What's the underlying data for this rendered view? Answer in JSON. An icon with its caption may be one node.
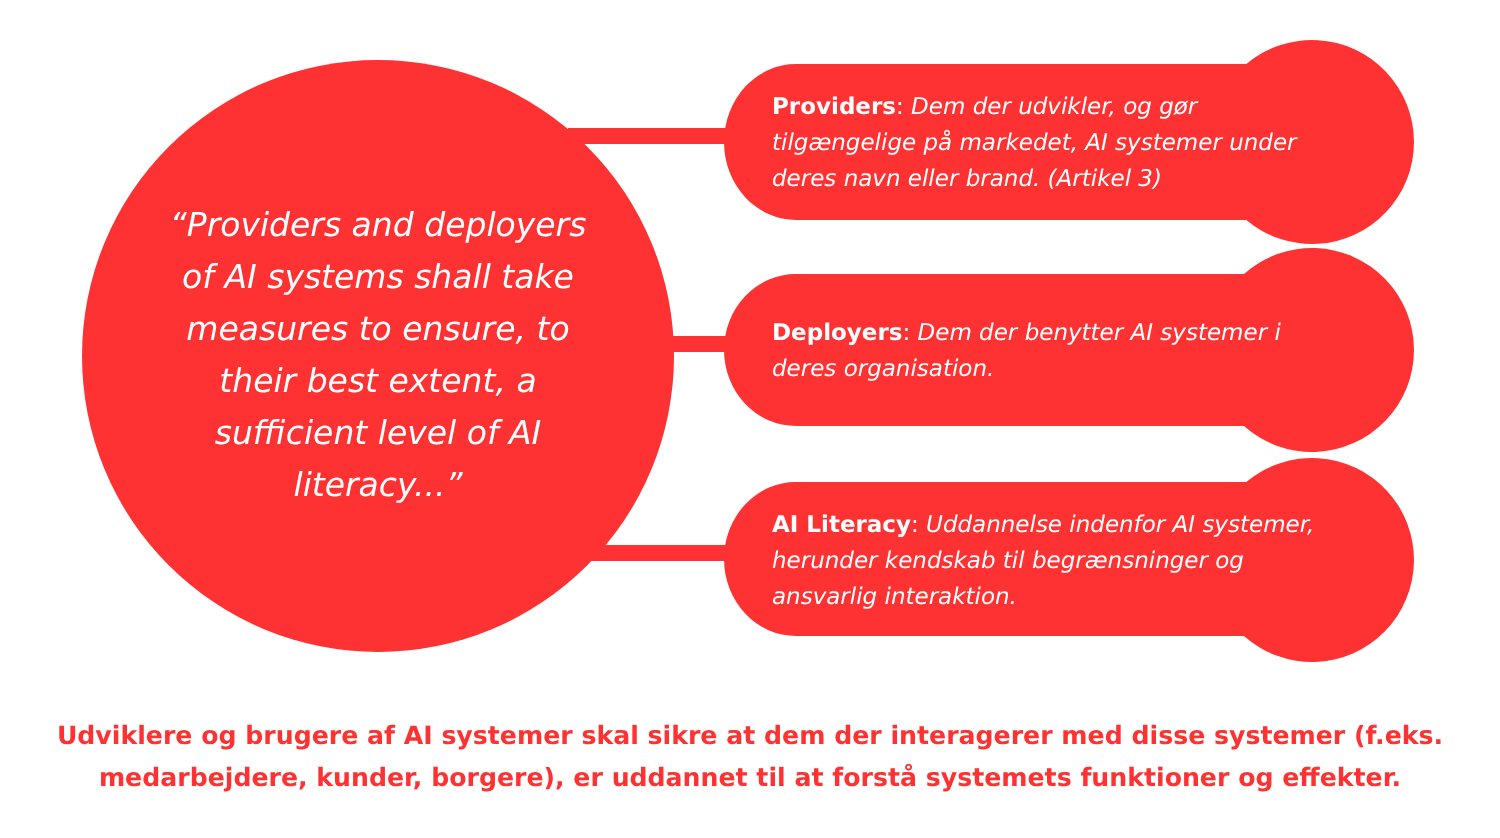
{
  "diagram": {
    "caption": "Udviklere og brugere af AI systemer skal sikre at dem der interagerer med disse systemer (f.eks. medarbejdere, kunder, borgere), er uddannet til at forstå systemets funktioner og effekter.",
    "nodes": [
      {
        "text": [
          "“Providers and deployers of AI systems shall take measures to ensure, to their best extent, a sufficient level of AI literacy...”"
        ]
      },
      {
        "text": [
          "**Providers**: *Dem der udvikler, og gør tilgængelige på markedet, AI systemer under deres navn eller brand. (Artikel 3)*"
        ]
      },
      {
        "text": [
          "**Deployers**: *Dem der benytter AI systemer i deres organisation.*"
        ]
      },
      {
        "text": [
          "**AI Literacy**: *Uddannelse indenfor AI systemer, herunder kendskab til begrænsninger og ansvarlig interaktion.*"
        ]
      }
    ],
    "edges": [
      {
        "from": 0,
        "to": 1,
        "arrow": "none"
      },
      {
        "from": 0,
        "to": 2,
        "arrow": "none"
      },
      {
        "from": 0,
        "to": 3,
        "arrow": "none"
      }
    ]
  }
}
